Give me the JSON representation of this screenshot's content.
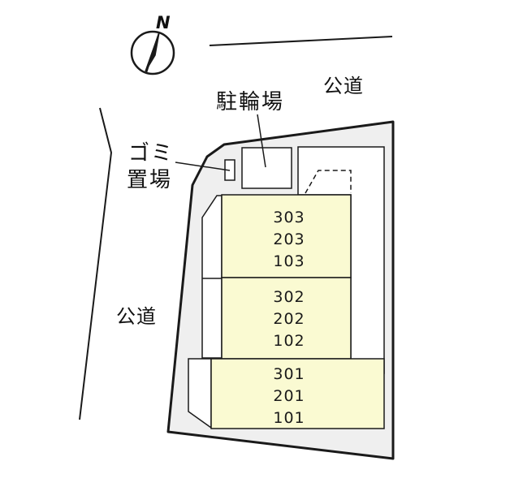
{
  "compass": {
    "north_letter": "N",
    "icon": "north-arrow-icon"
  },
  "roads": {
    "north_road_label": "公道",
    "west_road_label": "公道"
  },
  "facilities": {
    "bicycle_parking_label": "駐輪場",
    "garbage_area_line1": "ゴミ",
    "garbage_area_line2": "置場"
  },
  "buildings": [
    {
      "units": [
        "303",
        "203",
        "103"
      ]
    },
    {
      "units": [
        "302",
        "202",
        "102"
      ]
    },
    {
      "units": [
        "301",
        "201",
        "101"
      ]
    }
  ],
  "colors": {
    "site_fill": "#efefef",
    "building_fill": "#fafad2",
    "outline": "#1a1a1a",
    "background": "#ffffff"
  }
}
